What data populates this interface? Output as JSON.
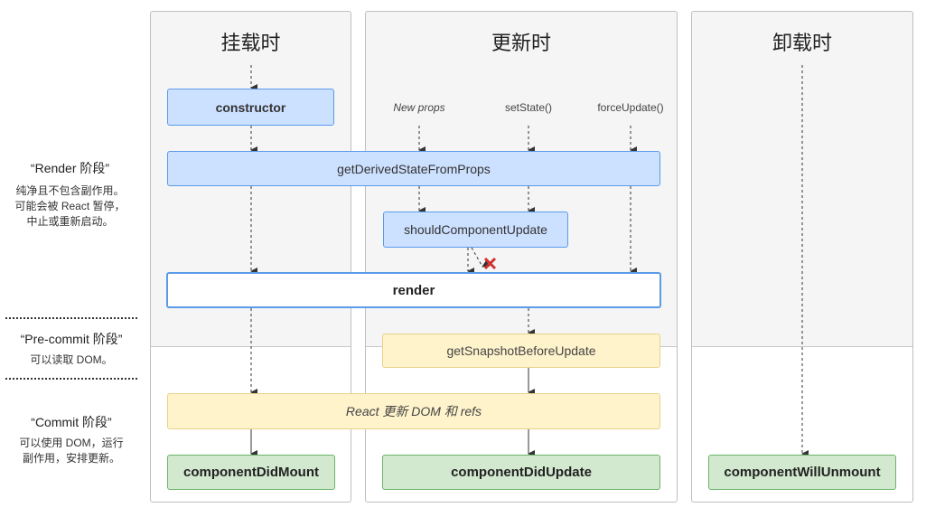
{
  "phases": {
    "mount": {
      "title": "挂载时"
    },
    "update": {
      "title": "更新时"
    },
    "unmount": {
      "title": "卸载时"
    }
  },
  "side": {
    "render_title": "“Render 阶段”",
    "render_desc": [
      "纯净且不包含副作用。",
      "可能会被 React 暂停，",
      "中止或重新启动。"
    ],
    "precommit_title": "“Pre-commit 阶段”",
    "precommit_desc": [
      "可以读取 DOM。"
    ],
    "commit_title": "“Commit 阶段”",
    "commit_desc": [
      "可以使用 DOM，运行",
      "副作用，安排更新。"
    ]
  },
  "triggers": {
    "new_props": "New props",
    "set_state": "setState()",
    "force_update": "forceUpdate()"
  },
  "methods": {
    "constructor": "constructor",
    "get_derived_state": "getDerivedStateFromProps",
    "should_update": "shouldComponentUpdate",
    "render": "render",
    "get_snapshot": "getSnapshotBeforeUpdate",
    "react_update_dom": "React 更新 DOM 和 refs",
    "did_mount": "componentDidMount",
    "did_update": "componentDidUpdate",
    "will_unmount": "componentWillUnmount"
  },
  "colors": {
    "blue_fill": "#cce0ff",
    "blue_border": "#5b9bea",
    "yellow_fill": "#fff3cc",
    "green_fill": "#d2e8cf",
    "cancel_x": "#d0312d"
  },
  "icons": {
    "cancel": "x-mark-icon"
  }
}
